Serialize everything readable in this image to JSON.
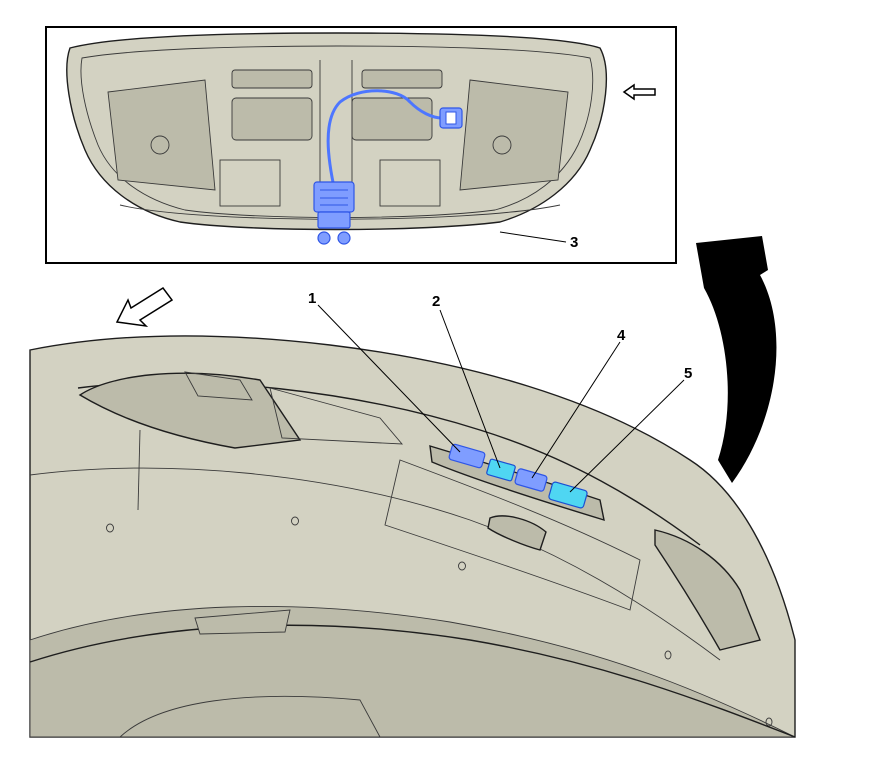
{
  "diagram": {
    "callouts": [
      {
        "id": "1",
        "label": "1"
      },
      {
        "id": "2",
        "label": "2"
      },
      {
        "id": "3",
        "label": "3"
      },
      {
        "id": "4",
        "label": "4"
      },
      {
        "id": "5",
        "label": "5"
      }
    ],
    "icons": {
      "forward_arrow_small": "hollow-arrow-left-icon",
      "forward_arrow_large": "hollow-arrow-down-left-icon",
      "rotation_arrow": "curved-rotation-arrow-icon"
    },
    "colors": {
      "component_fill": "#7f9dff",
      "component_stroke": "#2f56e6",
      "highlight_cyan": "#4fd6f2",
      "body_fill": "#d3d2c2",
      "frame": "#000000"
    }
  }
}
